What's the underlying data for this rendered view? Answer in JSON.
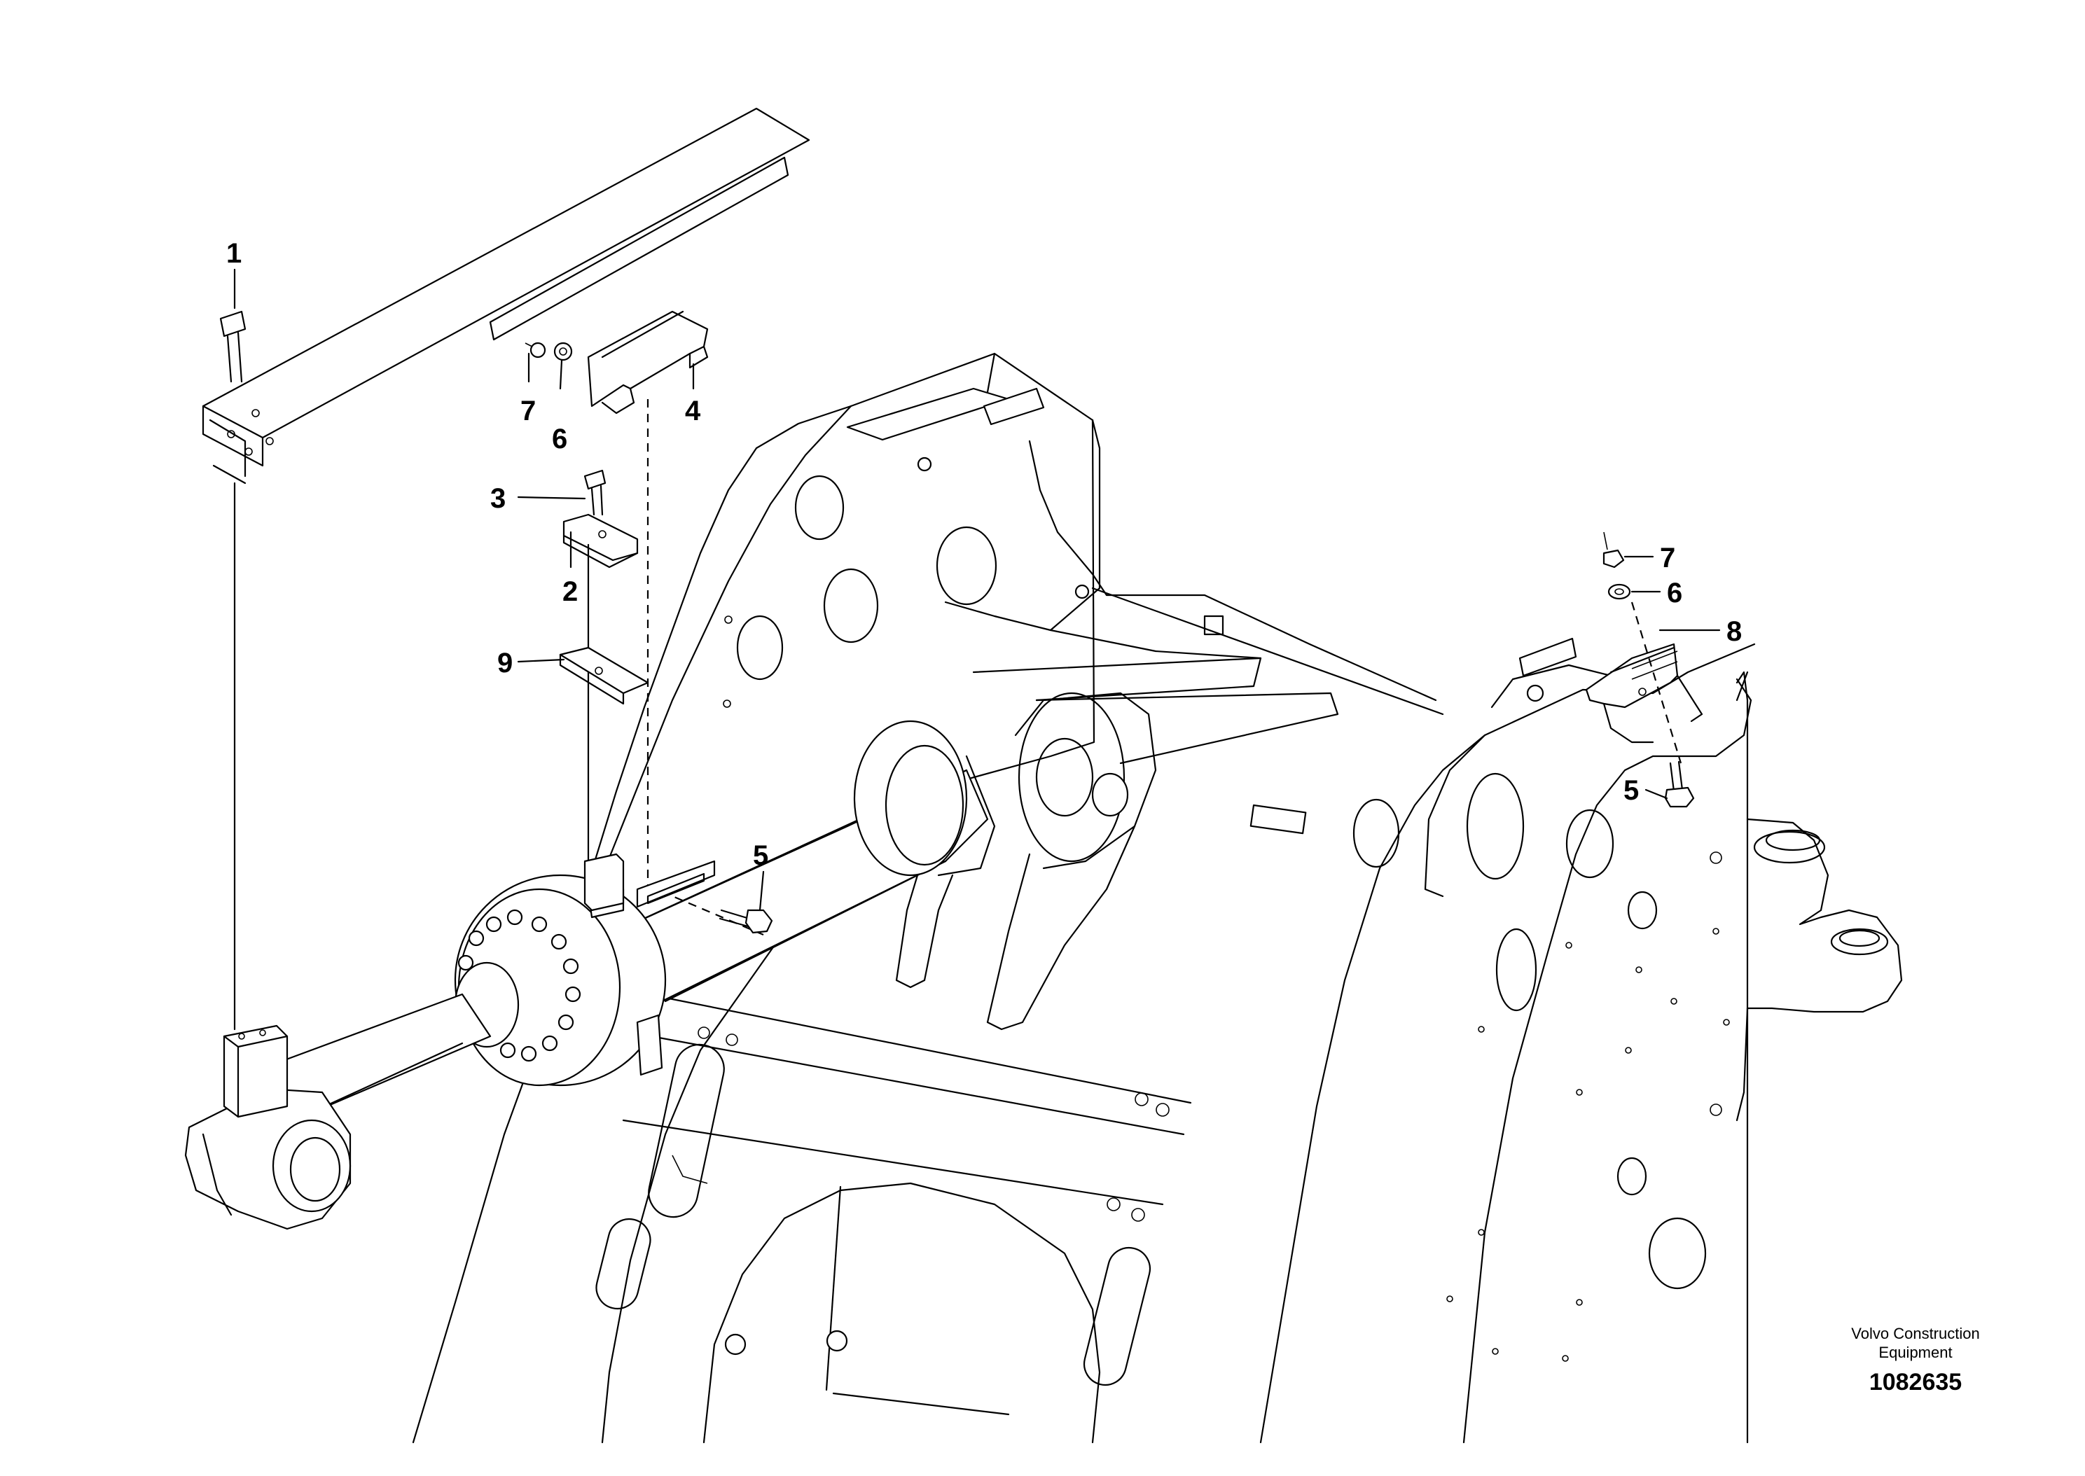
{
  "credit": {
    "line1": "Volvo Construction",
    "line2": "Equipment"
  },
  "document_number": "1082635",
  "callouts": {
    "c1": "1",
    "c7a": "7",
    "c6a": "6",
    "c4": "4",
    "c3": "3",
    "c2": "2",
    "c9": "9",
    "c5a": "5",
    "c7b": "7",
    "c6b": "6",
    "c8": "8",
    "c5b": "5"
  }
}
